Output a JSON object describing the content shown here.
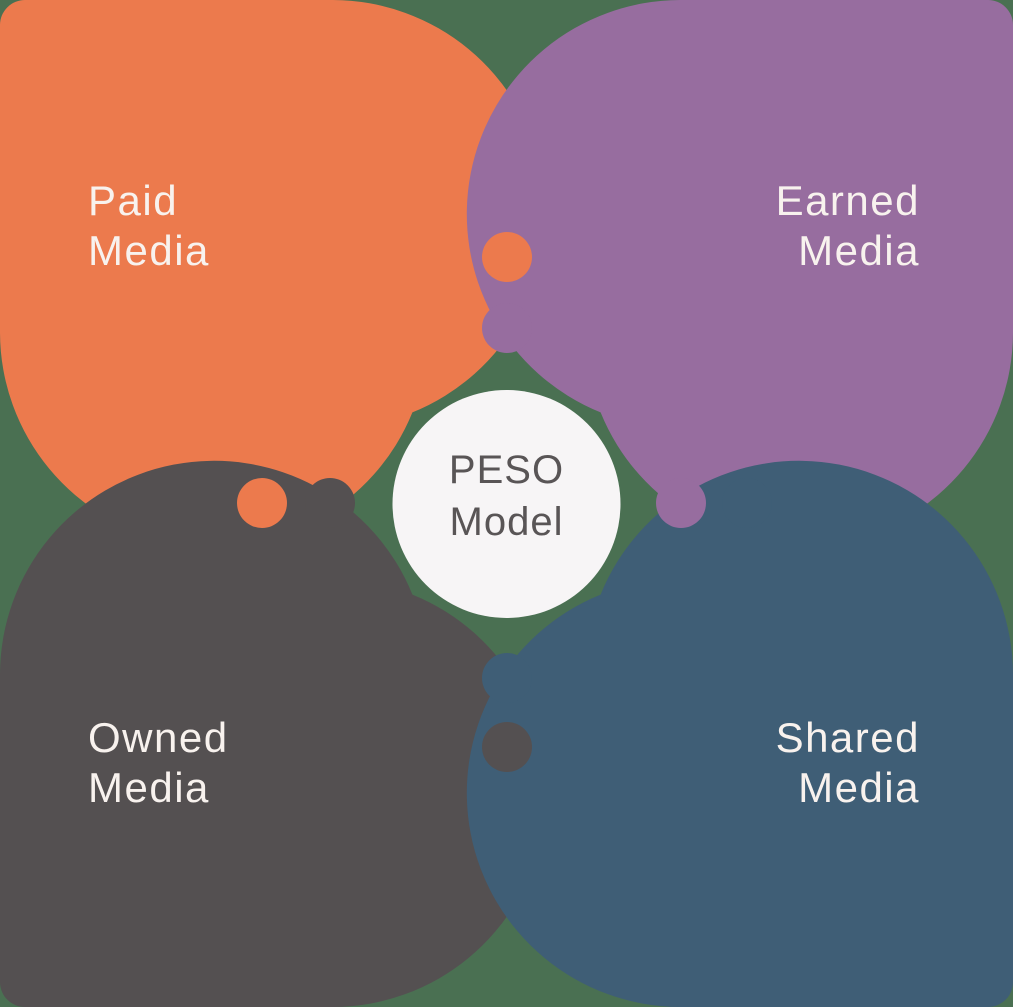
{
  "diagram": {
    "name": "PESO Model venn diagram",
    "colors": {
      "background": "#4A7052",
      "paid": "#EC7A4D",
      "earned": "#976D9F",
      "owned": "#545051",
      "shared": "#3F5E76",
      "center_circle": "#F7F5F6",
      "center_text": "#595556",
      "label_text": "#F8F2EE"
    },
    "petals": [
      {
        "id": "paid",
        "line1": "Paid",
        "line2": "Media",
        "color": "#EC7A4D"
      },
      {
        "id": "earned",
        "line1": "Earned",
        "line2": "Media",
        "color": "#976D9F"
      },
      {
        "id": "owned",
        "line1": "Owned",
        "line2": "Media",
        "color": "#545051"
      },
      {
        "id": "shared",
        "line1": "Shared",
        "line2": "Media",
        "color": "#3F5E76"
      }
    ],
    "center": {
      "line1": "PESO",
      "line2": "Model"
    },
    "dots": [
      {
        "id": "top-outer-paid",
        "color": "#EC7A4D"
      },
      {
        "id": "top-inner-earned",
        "color": "#976D9F"
      },
      {
        "id": "left-outer-paid",
        "color": "#EC7A4D"
      },
      {
        "id": "left-inner-owned",
        "color": "#545051"
      },
      {
        "id": "right-inner-earned",
        "color": "#976D9F"
      },
      {
        "id": "right-outer-shared",
        "color": "#3F5E76"
      },
      {
        "id": "bottom-inner-shared",
        "color": "#3F5E76"
      },
      {
        "id": "bottom-outer-owned",
        "color": "#545051"
      }
    ]
  }
}
